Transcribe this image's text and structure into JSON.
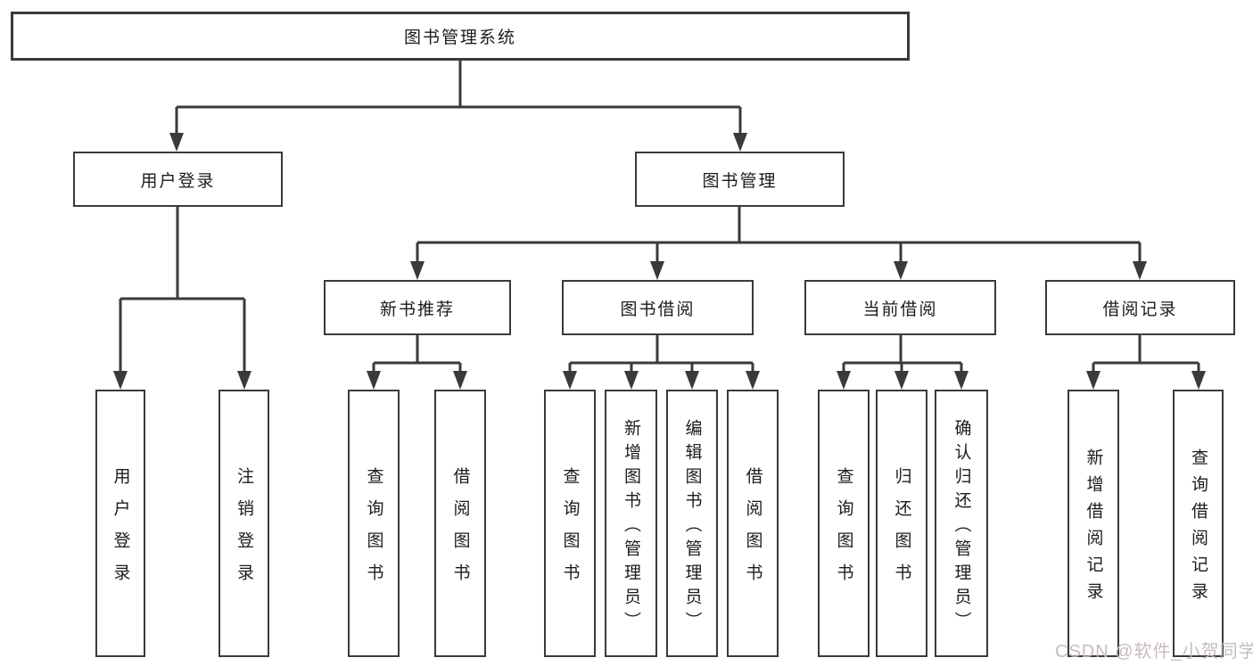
{
  "diagram": {
    "title": "图书管理系统",
    "root": {
      "label": "图书管理系统"
    },
    "level2": [
      {
        "label": "用户登录"
      },
      {
        "label": "图书管理"
      }
    ],
    "level3": [
      {
        "label": "新书推荐"
      },
      {
        "label": "图书借阅"
      },
      {
        "label": "当前借阅"
      },
      {
        "label": "借阅记录"
      }
    ],
    "leaves": [
      {
        "label": "用户登录",
        "parent": "用户登录"
      },
      {
        "label": "注销登录",
        "parent": "用户登录"
      },
      {
        "label": "查询图书",
        "parent": "新书推荐"
      },
      {
        "label": "借阅图书",
        "parent": "新书推荐"
      },
      {
        "label": "查询图书",
        "parent": "图书借阅"
      },
      {
        "label": "新增图书（管理员）",
        "parent": "图书借阅"
      },
      {
        "label": "编辑图书（管理员）",
        "parent": "图书借阅"
      },
      {
        "label": "借阅图书",
        "parent": "图书借阅"
      },
      {
        "label": "查询图书",
        "parent": "当前借阅"
      },
      {
        "label": "归还图书",
        "parent": "当前借阅"
      },
      {
        "label": "确认归还（管理员）",
        "parent": "当前借阅"
      },
      {
        "label": "新增借阅记录",
        "parent": "借阅记录"
      },
      {
        "label": "查询借阅记录",
        "parent": "借阅记录"
      }
    ]
  },
  "watermark": {
    "text": "CSDN @软件_小贺同学"
  },
  "colors": {
    "line": "#3a3a3a",
    "text": "#1c1c1c",
    "background": "#ffffff",
    "watermark": "#c4b8b8"
  }
}
